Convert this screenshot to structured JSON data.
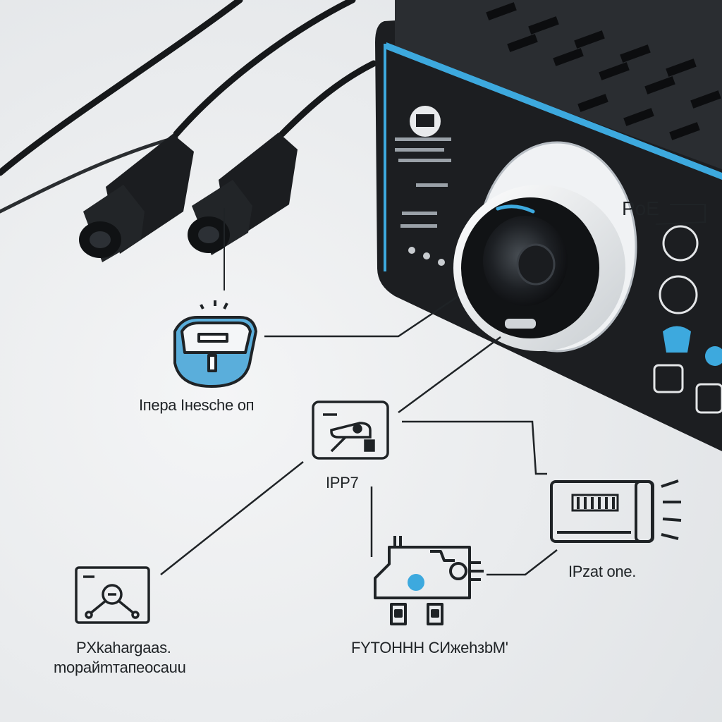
{
  "labels": {
    "router_caption": "Iпepa Iнeschе oп",
    "center_label": "IPP7",
    "right_device_label": "IPzat one.",
    "left_caption_line1": "PXkahargaas.",
    "left_caption_line2": "mopaйmтaпeocauu",
    "bottom_caption": "FYTOHHH CИжehзbM'",
    "device_poe_label": "PoE"
  },
  "colors": {
    "accent_blue": "#3da9de",
    "device_body": "#1c1e21",
    "line_art": "#1f2326",
    "background": "#eceef0"
  },
  "icons": [
    "connector-plug-icon",
    "router-icon",
    "camera-panel-icon",
    "gateway-box-icon",
    "network-node-icon",
    "power-supply-icon",
    "network-ports-icon"
  ]
}
